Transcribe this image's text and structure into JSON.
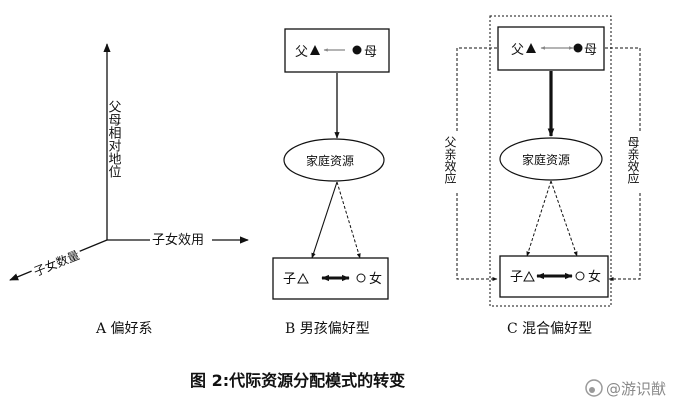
{
  "panel_a": {
    "axis_up": "父母相对地位",
    "axis_right": "子女效用",
    "axis_diag": "子女数量",
    "label": "A  偏好系"
  },
  "panel_b": {
    "father": "父",
    "mother": "母",
    "resource": "家庭资源",
    "son": "子",
    "daughter": "女",
    "label": "B  男孩偏好型"
  },
  "panel_c": {
    "father": "父",
    "mother": "母",
    "resource": "家庭资源",
    "son": "子",
    "daughter": "女",
    "father_effect": "父亲效应",
    "mother_effect": "母亲效应",
    "label": "C  混合偏好型"
  },
  "caption": "图 2:代际资源分配模式的转变",
  "watermark": "@游识猷"
}
